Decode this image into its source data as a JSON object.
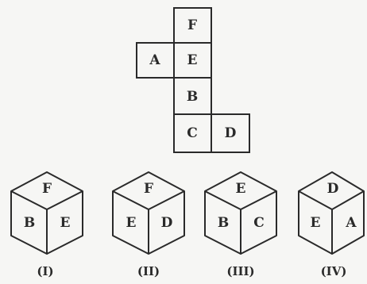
{
  "net": {
    "faces": {
      "top": "F",
      "left": "A",
      "center": "E",
      "middle": "B",
      "bottom_left": "C",
      "bottom_right": "D"
    }
  },
  "cubes": [
    {
      "top": "F",
      "left": "B",
      "right": "E",
      "caption": "(I)"
    },
    {
      "top": "F",
      "left": "E",
      "right": "D",
      "caption": "(II)"
    },
    {
      "top": "E",
      "left": "B",
      "right": "C",
      "caption": "(III)"
    },
    {
      "top": "D",
      "left": "E",
      "right": "A",
      "caption": "(IV)"
    }
  ]
}
